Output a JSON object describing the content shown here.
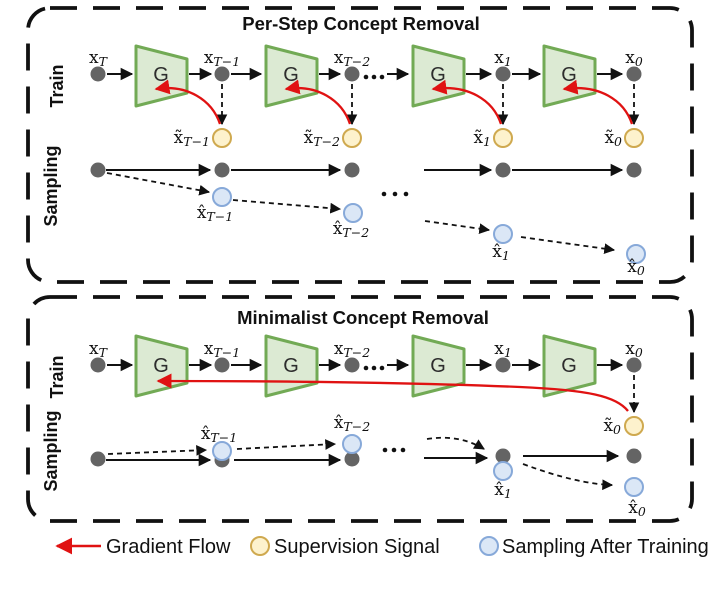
{
  "colors": {
    "ink": "#111111",
    "node_gray": "#646464",
    "gen_fill": "#dcead3",
    "gen_stroke": "#72aa55",
    "sup_fill": "#fdf2cd",
    "sup_stroke": "#cfa94f",
    "samp_fill": "#dbe7f6",
    "samp_stroke": "#87a9d9",
    "grad_red": "#e01212"
  },
  "panel1": {
    "title": "Per-Step Concept Removal",
    "train_label": "Train",
    "sampling_label": "Sampling",
    "generator_label": "G",
    "x_labels": [
      {
        "base": "x",
        "sub": "T"
      },
      {
        "base": "x",
        "sub": "T−1"
      },
      {
        "base": "x",
        "sub": "T−2"
      },
      {
        "base": "x",
        "sub": "1"
      },
      {
        "base": "x",
        "sub": "0"
      }
    ],
    "supervision_labels": [
      {
        "base": "x̃",
        "sub": "T−1"
      },
      {
        "base": "x̃",
        "sub": "T−2"
      },
      {
        "base": "x̃",
        "sub": "1"
      },
      {
        "base": "x̃",
        "sub": "0"
      }
    ],
    "sample_labels": [
      {
        "base": "x̂",
        "sub": "T−1"
      },
      {
        "base": "x̂",
        "sub": "T−2"
      },
      {
        "base": "x̂",
        "sub": "1"
      },
      {
        "base": "x̂",
        "sub": "0"
      }
    ]
  },
  "panel2": {
    "title": "Minimalist Concept Removal",
    "train_label": "Train",
    "sampling_label": "Sampling",
    "generator_label": "G",
    "x_labels": [
      {
        "base": "x",
        "sub": "T"
      },
      {
        "base": "x",
        "sub": "T−1"
      },
      {
        "base": "x",
        "sub": "T−2"
      },
      {
        "base": "x",
        "sub": "1"
      },
      {
        "base": "x",
        "sub": "0"
      }
    ],
    "supervision_labels": [
      {
        "base": "x̃",
        "sub": "0"
      }
    ],
    "sample_labels": [
      {
        "base": "x̂",
        "sub": "T−1"
      },
      {
        "base": "x̂",
        "sub": "T−2"
      },
      {
        "base": "x̂",
        "sub": "1"
      },
      {
        "base": "x̂",
        "sub": "0"
      }
    ]
  },
  "legend": {
    "gradient_flow": "Gradient Flow",
    "supervision_signal": "Supervision Signal",
    "sampling_after_training": "Sampling After Training"
  }
}
